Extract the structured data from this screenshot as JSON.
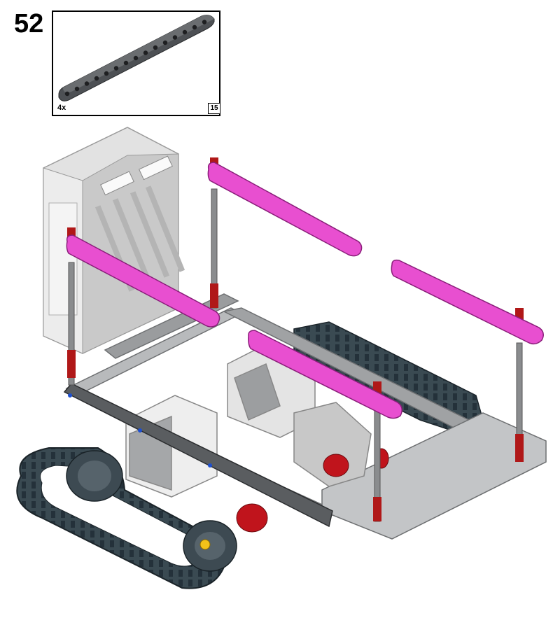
{
  "step": {
    "number": "52"
  },
  "parts_callout": {
    "quantity": "4x",
    "length_label": "15",
    "part_color": "#5a5d60"
  },
  "colors": {
    "new_beam": "#e040c8",
    "axle_red": "#b01818",
    "track_dark": "#2e3a40",
    "frame_gray": "#a8aaac",
    "light_gray": "#d8d8d8"
  },
  "icons": {
    "beam": "technic-beam-15-icon",
    "model": "robot-assembly-illustration"
  }
}
